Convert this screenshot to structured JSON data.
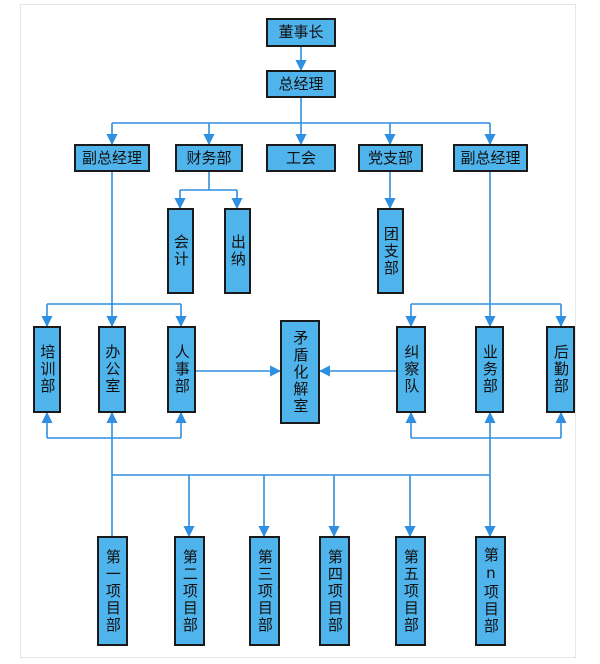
{
  "colors": {
    "node_fill": "#4fb3ec",
    "node_border": "#1a1a1a",
    "edge": "#2f8fe0"
  },
  "nodes": {
    "chairman": "董事长",
    "gm": "总经理",
    "vgm_left": "副总经理",
    "finance": "财务部",
    "union": "工会",
    "party": "党支部",
    "vgm_right": "副总经理",
    "accounting": "会计",
    "cashier": "出纳",
    "youth_league": "团支部",
    "training": "培训部",
    "office": "办公室",
    "hr": "人事部",
    "mediation": "矛盾化解室",
    "inspection": "纠察队",
    "business": "业务部",
    "logistics": "后勤部",
    "proj1": "第一项目部",
    "proj2": "第二项目部",
    "proj3": "第三项目部",
    "proj4": "第四项目部",
    "proj5": "第五项目部",
    "projn": "第n项目部"
  }
}
